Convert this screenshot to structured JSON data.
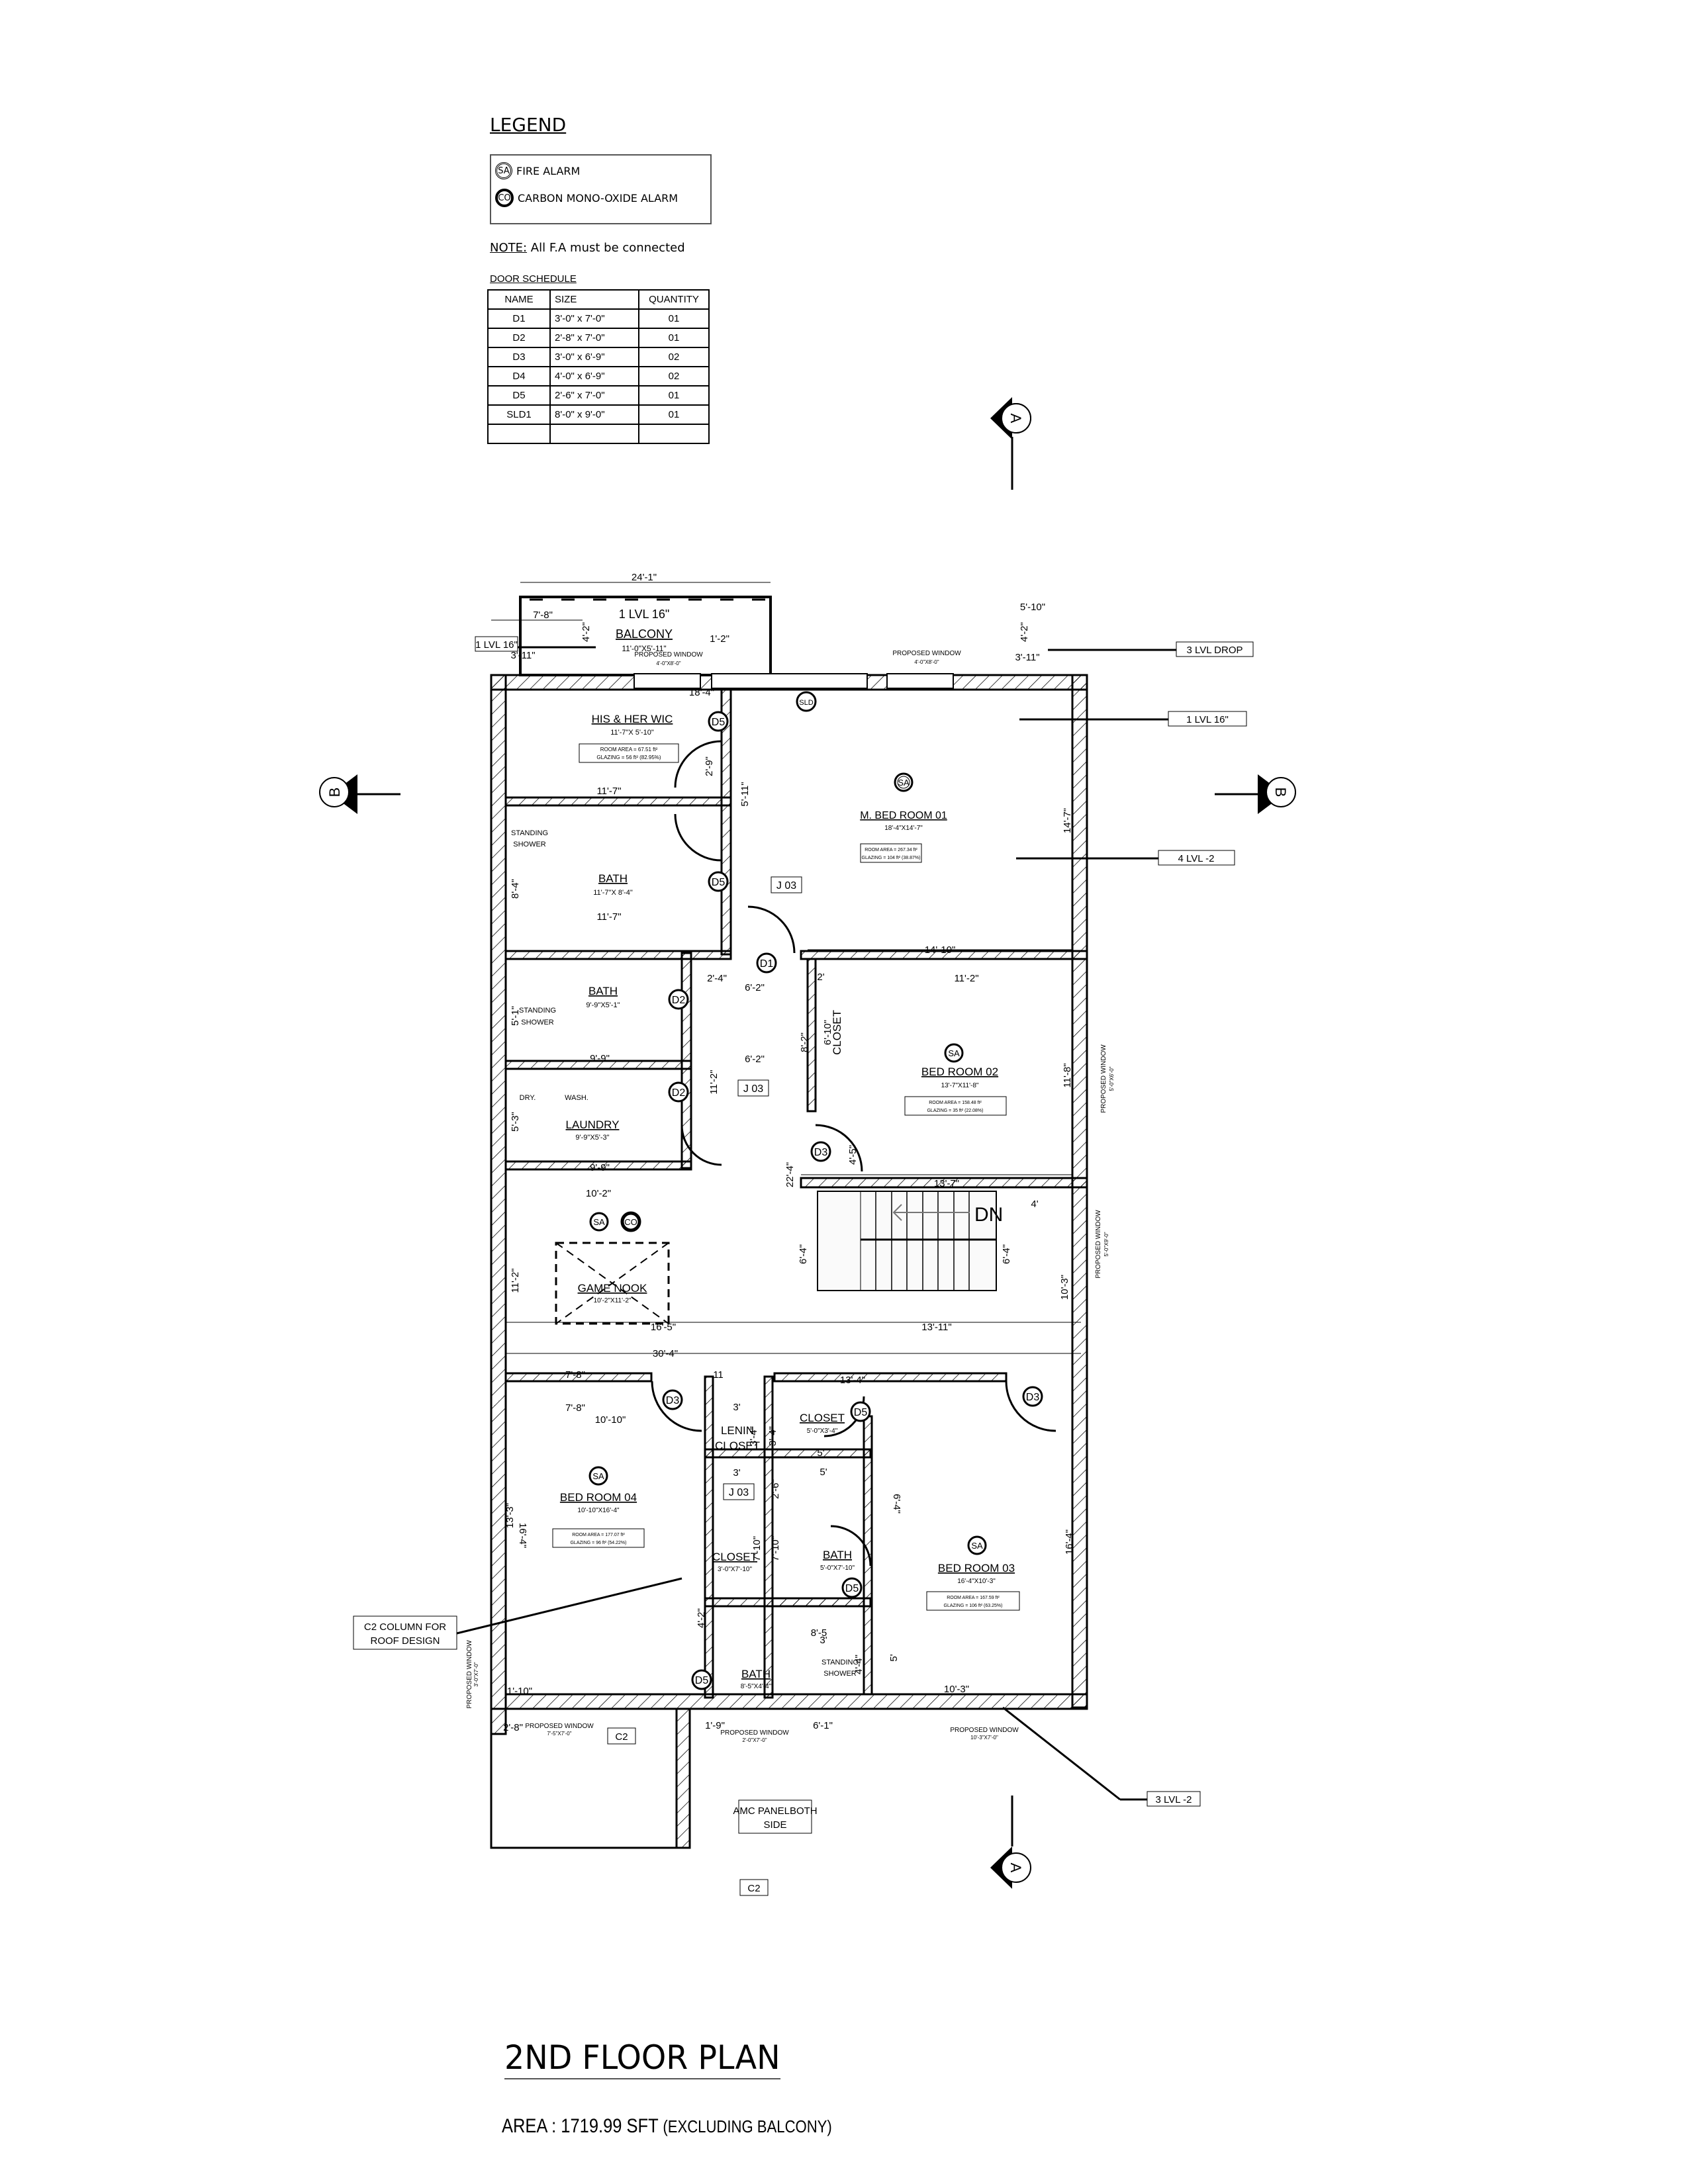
{
  "legend": {
    "title": "LEGEND",
    "items": [
      {
        "symbol": "SA",
        "icon": "fire-alarm-icon",
        "label": "FIRE ALARM"
      },
      {
        "symbol": "CO",
        "icon": "co-alarm-icon",
        "label": "CARBON MONO-OXIDE ALARM"
      }
    ],
    "note_label": "NOTE:",
    "note_text": " All F.A must be connected"
  },
  "door_schedule": {
    "title": "DOOR SCHEDULE",
    "columns": [
      "NAME",
      "SIZE",
      "QUANTITY"
    ],
    "rows": [
      [
        "D1",
        "3'-0\" x 7'-0\"",
        "01"
      ],
      [
        "D2",
        "2'-8\" x 7'-0\"",
        "01"
      ],
      [
        "D3",
        "3'-0\" x 6'-9\"",
        "02"
      ],
      [
        "D4",
        "4'-0\" x 6'-9\"",
        "02"
      ],
      [
        "D5",
        "2'-6\" x 7'-0\"",
        "01"
      ],
      [
        "SLD1",
        "8'-0\" x 9'-0\"",
        "01"
      ],
      [
        "",
        "",
        ""
      ]
    ]
  },
  "rooms": {
    "balcony": {
      "name": "BALCONY",
      "size": "11'-0\"X5'-11\"",
      "level": "1 LVL 16\""
    },
    "wic": {
      "name": "HIS & HER WIC",
      "size": "11'-7\"X 5'-10\"",
      "area": "ROOM AREA = 67.51 ft²",
      "glazing": "GLAZING = 56 ft² (82.95%)"
    },
    "master": {
      "name": "M. BED ROOM 01",
      "size": "18'-4\"X14'-7\"",
      "area": "ROOM AREA = 267.34 ft²",
      "glazing": "GLAZING = 104 ft² (38.87%)"
    },
    "bath1": {
      "name": "BATH",
      "size": "11'-7\"X 8'-4\""
    },
    "bath2": {
      "name": "BATH",
      "size": "9'-9\"X5'-1\""
    },
    "laundry": {
      "name": "LAUNDRY",
      "size": "9'-9\"X5'-3\"",
      "dry": "DRY.",
      "wash": "WASH."
    },
    "bed2": {
      "name": "BED ROOM 02",
      "size": "13'-7\"X11'-8\"",
      "area": "ROOM AREA = 158.48 ft²",
      "glazing": "GLAZING = 35 ft² (22.08%)"
    },
    "closet2": {
      "name": "CLOSET"
    },
    "game": {
      "name": "GAME NOOK",
      "size": "10'-2\"X11'-2\""
    },
    "bed4": {
      "name": "BED ROOM 04",
      "size": "10'-10\"X16'-4\"",
      "area": "ROOM AREA = 177.07 ft²",
      "glazing": "GLAZING = 96 ft² (54.22%)"
    },
    "linen": {
      "name1": "LENIN",
      "name2": "CLOSET"
    },
    "closet3": {
      "name": "CLOSET",
      "size": "5'-0\"X3'-4\""
    },
    "closet4": {
      "name": "CLOSET",
      "size": "3'-0\"X7'-10\""
    },
    "bath3": {
      "name": "BATH",
      "size": "5'-0\"X7'-10\""
    },
    "bath4": {
      "name": "BATH",
      "size": "8'-5\"X4'-4\""
    },
    "bed3": {
      "name": "BED ROOM 03",
      "size": "16'-4\"X10'-3\"",
      "area": "ROOM AREA = 167.59 ft²",
      "glazing": "GLAZING = 106 ft² (63.25%)"
    },
    "shower": {
      "l1": "STANDING",
      "l2": "SHOWER"
    },
    "stairs": "DN"
  },
  "tags": {
    "lvl_left": "1 LVL 16\"",
    "lvl_drop": "3 LVL DROP",
    "lvl_right": "1 LVL 16\"",
    "lvl_m2": "4 LVL -2",
    "lvl_b2": "3 LVL -2",
    "c2_column": [
      "C2 COLUMN FOR",
      "ROOF DESIGN"
    ],
    "amc": [
      "AMC PANELBOTH",
      "SIDE"
    ],
    "c2": "C2",
    "j03": "J 03",
    "section_a": "A",
    "section_b": "B"
  },
  "windows": {
    "label": "PROPOSED WINDOW",
    "w1": "4'-0\"X8'-0\"",
    "w2": "4'-0\"X8'-0\"",
    "w3": "5'-0\"X6'-0\"",
    "w4": "5'-0\"X9'-0\"",
    "w5": "3'-0\"X7'-0\"",
    "w6": "7'-5\"X7'-0\"",
    "w7": "2'-0\"X7'-0\"",
    "w8": "10'-3\"X7'-0\""
  },
  "doors": {
    "d1": "D1",
    "d2": "D2",
    "d3": "D3",
    "d5": "D5",
    "sld": "SLD"
  },
  "dims": {
    "top": "24'-1\"",
    "d7_8": "7'-8\"",
    "d3_11": "3'-11\"",
    "d4_2": "4'-2\"",
    "d5_10": "5'-10\"",
    "d1_2": "1'-2\"",
    "d18_4": "18'-4\"",
    "d14_7": "14'-7\"",
    "d11_7": "11'-7\"",
    "d5_11": "5'-11\"",
    "d2_9": "2'-9\"",
    "d8_4": "8'-4\"",
    "d14_10": "14'-10\"",
    "d11_2": "11'-2\"",
    "d2_4": "2'-4\"",
    "d6_2": "6'-2\"",
    "d9_9": "9'-9\"",
    "d5_1": "5'-1\"",
    "d5_3": "5'-3\"",
    "d8_2": "8'-2\"",
    "d6_10": "6'-10\"",
    "d2": "2'",
    "d11_8": "11'-8\"",
    "d13_7": "13'-7\"",
    "d22_4": "22'-4\"",
    "d4_5": "4'-5\"",
    "d10_2": "10'-2\"",
    "d6_4": "6'-4\"",
    "d4": "4'",
    "d10_3": "10'-3\"",
    "d16_5": "16'-5\"",
    "d13_11": "13'-11\"",
    "d30_4": "30'-4\"",
    "d13_4": "13'-4\"",
    "d11": "11",
    "d10_10": "10'-10\"",
    "d3": "3'",
    "d3_4": "3'-4\"",
    "d5": "5'",
    "d2_6": "2'-6\"",
    "d7_10": "7'-10\"",
    "d16_4": "16'-4\"",
    "d13_3": "13'-3\"",
    "d9_4": "6'-4\"",
    "d8_5": "8'-5",
    "d4_4": "4'-4\"",
    "d1_10": "1'-10\"",
    "d2_8": "2'-8\"",
    "d1_9": "1'-9\"",
    "d6_1": "6'-1\""
  },
  "footer": {
    "title": "2ND FLOOR PLAN",
    "area_label": "AREA : 1719.99 SFT",
    "area_note": "(EXCLUDING BALCONY)"
  }
}
